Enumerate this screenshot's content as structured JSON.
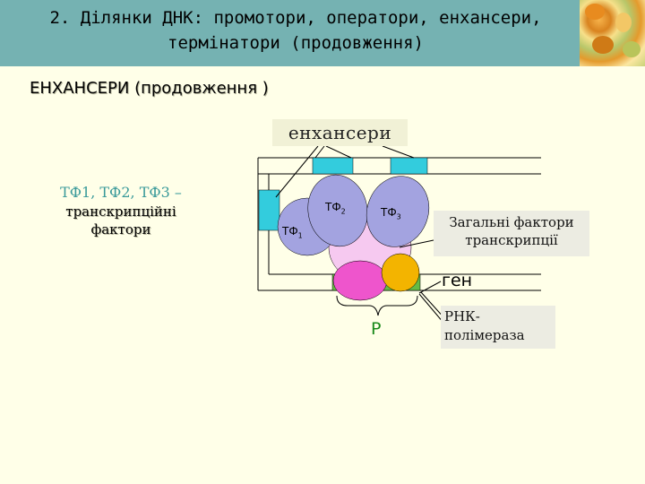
{
  "header": {
    "title_line1": "2. Ділянки ДНК: промотори, оператори, енхансери,",
    "title_line2": "термінатори (продовження)"
  },
  "subtitle": "ЕНХАНСЕРИ (продовження )",
  "labels": {
    "enhancers": "енхансери",
    "tf_list": "ТФ1, ТФ2, ТФ3 –",
    "tf_desc_line1": "транскрипційні",
    "tf_desc_line2": "фактори",
    "tf1_base": "ТФ",
    "tf1_index": "1",
    "tf2_base": "ТФ",
    "tf2_index": "2",
    "tf3_base": "ТФ",
    "tf3_index": "3",
    "general_factors_line1": "Загальні фактори",
    "general_factors_line2": "транскрипції",
    "gene": "ген",
    "promoter": "Р",
    "rna_pol_line1": "РНК-",
    "rna_pol_line2": "полімераза"
  },
  "colors": {
    "header_bg": "#75b2b2",
    "background": "#ffffe8",
    "enhancer_box": "#33ccdd",
    "tf_protein": "#a3a3e0",
    "general_factors": "#f6c9f0",
    "magenta_factor": "#ee55cc",
    "rna_polymerase": "#f3b400",
    "promoter": "#66bb44"
  }
}
